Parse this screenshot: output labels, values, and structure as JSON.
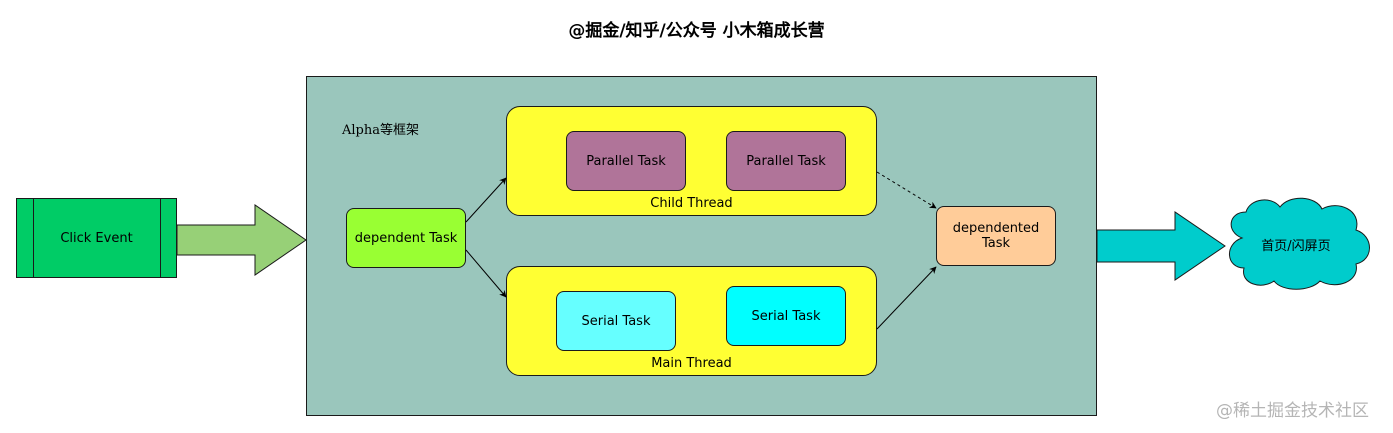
{
  "title": "@掘金/知乎/公众号 小木箱成长营",
  "frame": {
    "label": "Alpha等框架",
    "fill": "#9ac6bc"
  },
  "click_event": {
    "label": "Click Event",
    "fill": "#00cc66"
  },
  "dependent_task": {
    "label": "dependent Task",
    "fill": "#99ff33"
  },
  "child_thread": {
    "label": "Child Thread",
    "fill": "#ffff33",
    "tasks": [
      {
        "label": "Parallel Task",
        "fill": "#b07499"
      },
      {
        "label": "Parallel Task",
        "fill": "#b07499"
      }
    ]
  },
  "main_thread": {
    "label": "Main Thread",
    "fill": "#ffff33",
    "tasks": [
      {
        "label": "Serial Task",
        "fill": "#66ffff"
      },
      {
        "label": "Serial Task",
        "fill": "#00ffff"
      }
    ]
  },
  "dependented_task": {
    "label": "dependented Task",
    "fill": "#ffcc99"
  },
  "destination": {
    "label": "首页/闪屏页",
    "fill": "#00cccc"
  },
  "watermark": "@稀土掘金技术社区"
}
